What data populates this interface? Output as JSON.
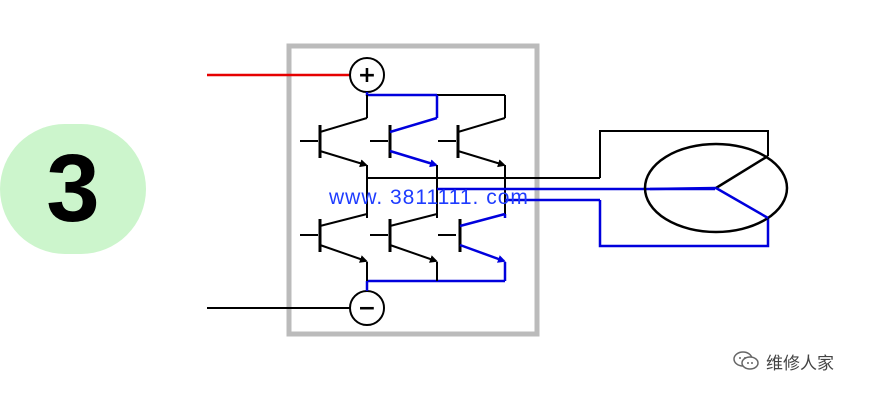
{
  "step": {
    "number": "3",
    "badge_color": "#ccf5cc"
  },
  "watermark": {
    "text": "www. 3811111. com",
    "color": "#1e3cff"
  },
  "brand": {
    "name": "维修人家",
    "icon": "wechat-icon"
  },
  "terminals": {
    "positive_symbol": "+",
    "negative_symbol": "−"
  },
  "colors": {
    "positive_wire": "#e60000",
    "active_path": "#0000dd",
    "wire": "#000000",
    "inverter_frame": "#bbbbbb"
  }
}
